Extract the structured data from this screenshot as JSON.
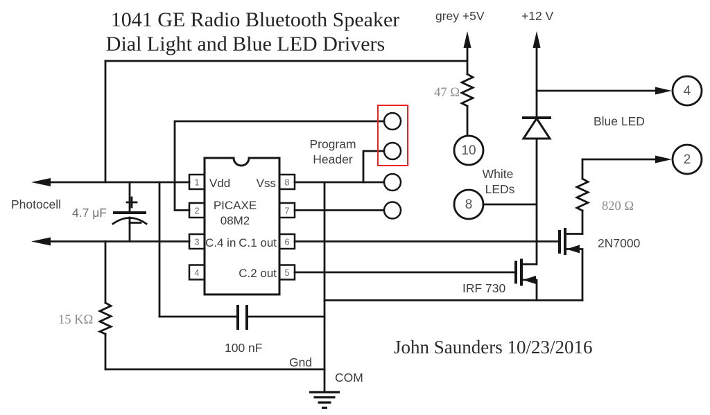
{
  "title": {
    "line1": "1041 GE Radio Bluetooth Speaker",
    "line2": "Dial Light and Blue LED Drivers"
  },
  "signature": "John Saunders 10/23/2016",
  "rails": {
    "v5": "grey +5V",
    "v12": "+12 V"
  },
  "resistors": {
    "r47": "47 Ω",
    "r820": "820 Ω",
    "r15k": "15 KΩ"
  },
  "capacitors": {
    "c47uf": "4.7 μF",
    "c100nf": "100 nF"
  },
  "transistors": {
    "q1": "2N7000",
    "q2": "IRF 730"
  },
  "ic": {
    "line1": "PICAXE",
    "line2": "08M2",
    "vdd": "Vdd",
    "vss": "Vss",
    "c4in": "C.4 in",
    "c1out": "C.1 out",
    "c2out": "C.2 out",
    "pins": {
      "p1": "1",
      "p2": "2",
      "p3": "3",
      "p4": "4",
      "p5": "5",
      "p6": "6",
      "p7": "7",
      "p8": "8"
    }
  },
  "connectors": {
    "n10": "10",
    "n8": "8",
    "n4": "4",
    "n2": "2"
  },
  "labels": {
    "photocell": "Photocell",
    "program_line1": "Program",
    "program_line2": "Header",
    "white_line1": "White",
    "white_line2": "LEDs",
    "blue_led": "Blue LED",
    "gnd": "Gnd",
    "com": "COM"
  },
  "colors": {
    "wire": "#161616",
    "value_text": "#8c8c8c",
    "label_text": "#3f3f3f",
    "highlight_box": "#ee2222"
  }
}
